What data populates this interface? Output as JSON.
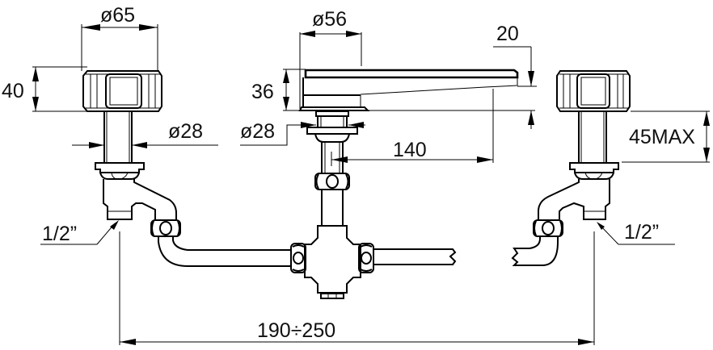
{
  "drawing": {
    "title": "Three-hole basin mixer installation dimensions",
    "units": "mm",
    "stroke_color": "#000000",
    "background": "#ffffff"
  },
  "dimensions": {
    "handle_diameter": "ø65",
    "handle_height": "40",
    "spout_diameter": "ø56",
    "spout_height": "36",
    "spout_drop": "20",
    "spout_shank_diameter": "ø28",
    "handle_shank_diameter": "ø28",
    "spout_projection": "140",
    "max_deck_thickness": "45MAX",
    "left_inlet_thread": "1/2”",
    "right_inlet_thread": "1/2”",
    "centre_distance": "190÷250"
  },
  "components": {
    "left_handle": "left-valve-handle",
    "right_handle": "right-valve-handle",
    "spout": "spout",
    "mixing_body": "cross-mixing-body",
    "left_connector": "left-flexible-connector",
    "right_connector": "right-flexible-connector"
  }
}
